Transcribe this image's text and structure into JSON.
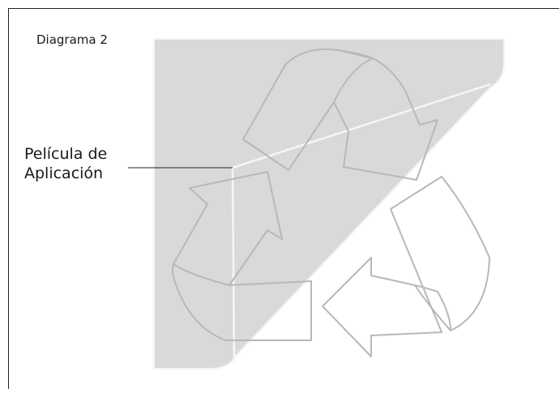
{
  "diagram": {
    "title": "Diagrama 2",
    "callout": {
      "line1": "Película de",
      "line2": "Aplicación"
    }
  },
  "colors": {
    "film_fill": "#d9d9d9",
    "film_edge": "#f4f4f4",
    "arrow_stroke": "#b8b8b8",
    "text": "#1a1a1a",
    "frame": "#222222"
  },
  "icons": {
    "symbol": "recycling-arrows-icon"
  }
}
